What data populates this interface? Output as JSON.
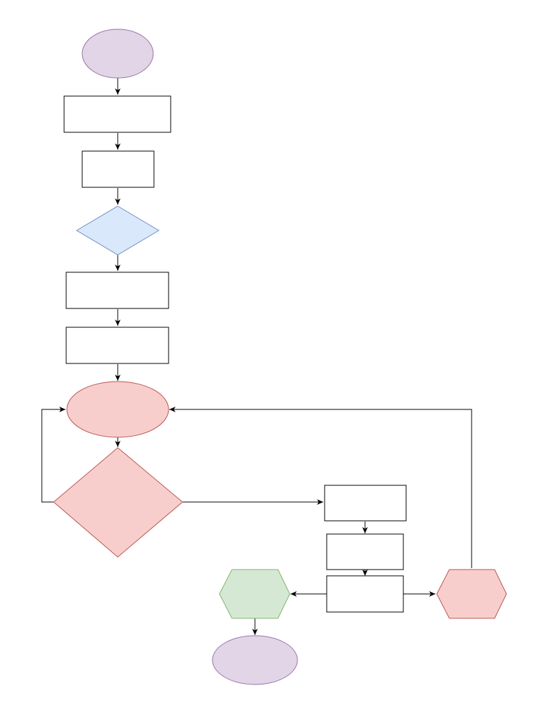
{
  "diagram": {
    "type": "flowchart",
    "colors": {
      "terminal_fill": "#e1d5e7",
      "terminal_stroke": "#9673a6",
      "process_fill": "#ffffff",
      "process_stroke": "#000000",
      "decision_fill": "#dae8fc",
      "decision_stroke": "#6c8ebf",
      "loop_fill": "#f8cecc",
      "loop_stroke": "#b85450",
      "success_fill": "#d5e8d4",
      "success_stroke": "#82b366",
      "connector": "#000000"
    },
    "nodes": [
      {
        "id": "start",
        "shape": "ellipse",
        "style": "terminal",
        "label": ""
      },
      {
        "id": "process-1",
        "shape": "rectangle",
        "style": "process",
        "label": ""
      },
      {
        "id": "process-2",
        "shape": "rectangle",
        "style": "process",
        "label": ""
      },
      {
        "id": "decision-1",
        "shape": "diamond",
        "style": "decision",
        "label": ""
      },
      {
        "id": "process-3",
        "shape": "rectangle",
        "style": "process",
        "label": ""
      },
      {
        "id": "process-4",
        "shape": "rectangle",
        "style": "process",
        "label": ""
      },
      {
        "id": "loop-start",
        "shape": "ellipse",
        "style": "loop",
        "label": ""
      },
      {
        "id": "loop-decision",
        "shape": "diamond",
        "style": "loop",
        "label": ""
      },
      {
        "id": "process-5",
        "shape": "rectangle",
        "style": "process",
        "label": ""
      },
      {
        "id": "process-6",
        "shape": "rectangle",
        "style": "process",
        "label": ""
      },
      {
        "id": "process-7",
        "shape": "rectangle",
        "style": "process",
        "label": ""
      },
      {
        "id": "hexagon-success",
        "shape": "hexagon",
        "style": "success",
        "label": ""
      },
      {
        "id": "hexagon-retry",
        "shape": "hexagon",
        "style": "loop",
        "label": ""
      },
      {
        "id": "end",
        "shape": "ellipse",
        "style": "terminal",
        "label": ""
      }
    ],
    "edges": [
      {
        "from": "start",
        "to": "process-1"
      },
      {
        "from": "process-1",
        "to": "process-2"
      },
      {
        "from": "process-2",
        "to": "decision-1"
      },
      {
        "from": "decision-1",
        "to": "process-3"
      },
      {
        "from": "process-3",
        "to": "process-4"
      },
      {
        "from": "process-4",
        "to": "loop-start"
      },
      {
        "from": "loop-start",
        "to": "loop-decision"
      },
      {
        "from": "loop-decision",
        "to": "loop-start"
      },
      {
        "from": "loop-decision",
        "to": "process-5"
      },
      {
        "from": "process-5",
        "to": "process-6"
      },
      {
        "from": "process-6",
        "to": "process-7"
      },
      {
        "from": "process-7",
        "to": "hexagon-success"
      },
      {
        "from": "process-7",
        "to": "hexagon-retry"
      },
      {
        "from": "hexagon-retry",
        "to": "loop-start"
      },
      {
        "from": "hexagon-success",
        "to": "end"
      }
    ]
  }
}
